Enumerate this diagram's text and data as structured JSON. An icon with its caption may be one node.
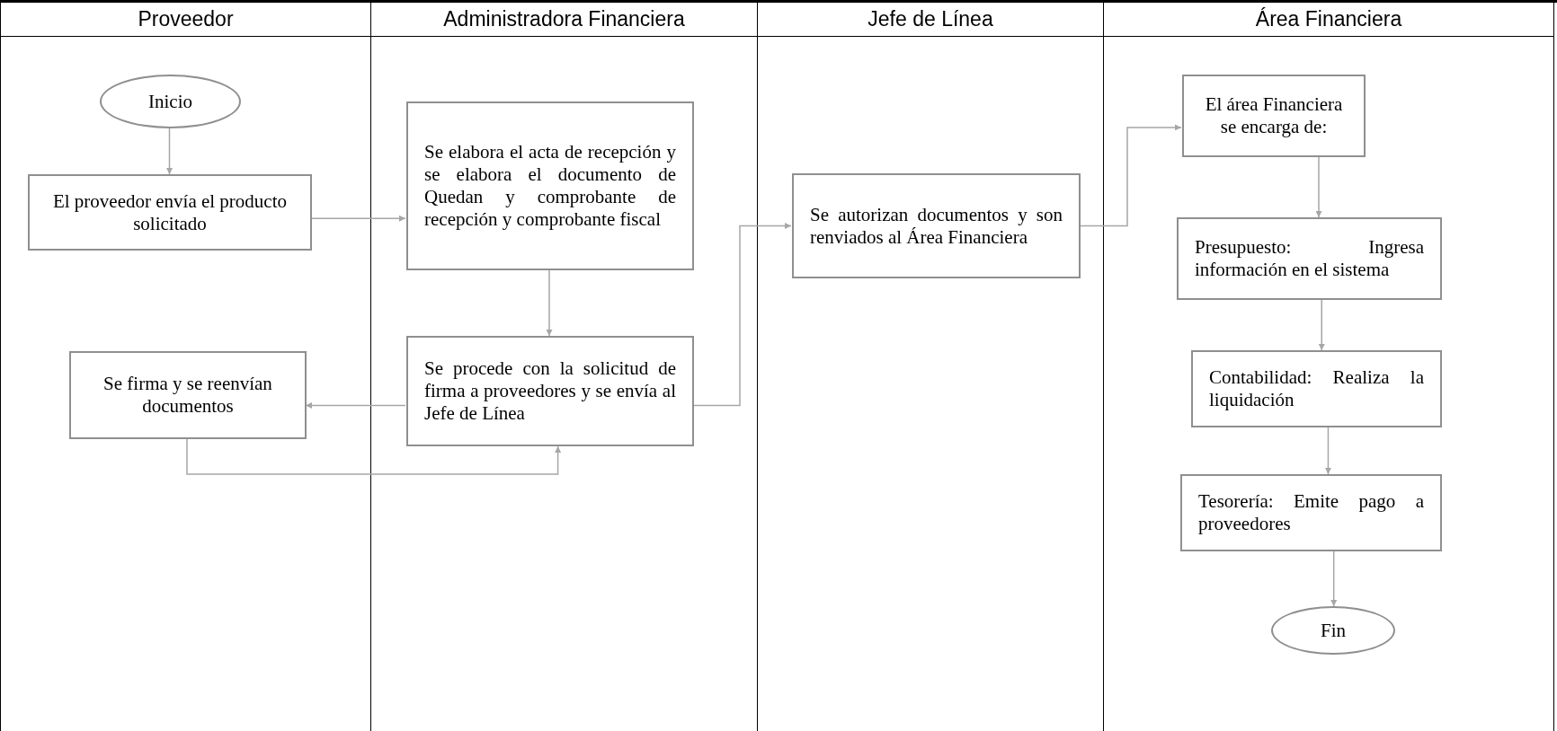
{
  "diagram": {
    "nodes": [
      {
        "text": [
          "Proveedor"
        ]
      },
      {
        "text": [
          "Administradora Financiera"
        ]
      },
      {
        "text": [
          "Jefe de Línea"
        ]
      },
      {
        "text": [
          "Área Financiera"
        ]
      },
      {
        "text": [
          "Inicio"
        ],
        "in": 0
      },
      {
        "text": [
          "El proveedor envía el producto solicitado"
        ],
        "in": 0
      },
      {
        "text": [
          "Se firma y se reenvían documentos"
        ],
        "in": 0
      },
      {
        "text": [
          "Se elabora el acta de recepción y se elabora el documento de Quedan y comprobante de recepción y comprobante fiscal"
        ],
        "in": 1
      },
      {
        "text": [
          "Se procede con la solicitud de firma a proveedores y se envía al Jefe de Línea"
        ],
        "in": 1
      },
      {
        "text": [
          "Se autorizan documentos y son renviados al Área Financiera"
        ],
        "in": 2
      },
      {
        "text": [
          "El área Financiera se encarga de:"
        ],
        "in": 3
      },
      {
        "text": [
          "Presupuesto: Ingresa información en el sistema"
        ],
        "in": 3
      },
      {
        "text": [
          "Contabilidad: Realiza la liquidación"
        ],
        "in": 3
      },
      {
        "text": [
          "Tesorería: Emite pago a proveedores"
        ],
        "in": 3
      },
      {
        "text": [
          "Fin"
        ],
        "in": 3
      }
    ],
    "edges": [
      {
        "from": 4,
        "to": 5,
        "arrow": "to"
      },
      {
        "from": 5,
        "to": 7,
        "arrow": "to"
      },
      {
        "from": 7,
        "to": 8,
        "arrow": "to"
      },
      {
        "from": 8,
        "to": 6,
        "arrow": "to"
      },
      {
        "from": 6,
        "to": 8,
        "arrow": "to"
      },
      {
        "from": 8,
        "to": 9,
        "arrow": "to"
      },
      {
        "from": 9,
        "to": 10,
        "arrow": "to"
      },
      {
        "from": 10,
        "to": 11,
        "arrow": "to"
      },
      {
        "from": 11,
        "to": 12,
        "arrow": "to"
      },
      {
        "from": 12,
        "to": 13,
        "arrow": "to"
      },
      {
        "from": 13,
        "to": 14,
        "arrow": "to"
      }
    ]
  }
}
